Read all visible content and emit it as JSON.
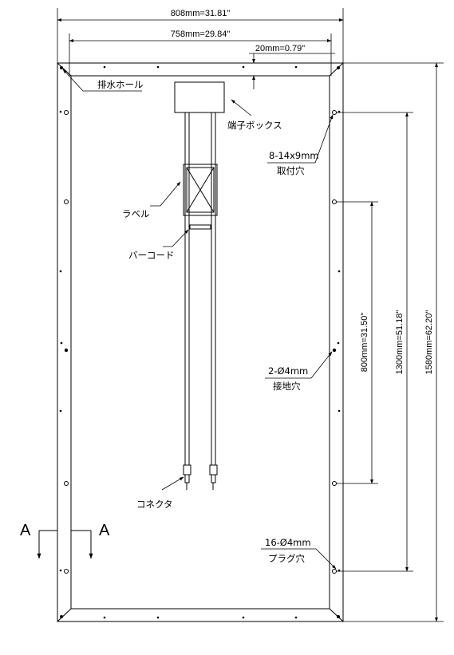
{
  "dimensions": {
    "outer_width": "808mm=31.81\"",
    "inner_width": "758mm=29.84\"",
    "frame_width": "20mm=0.79\"",
    "total_height": "1580mm=62.20\"",
    "mount_hole_spacing": "1300mm=51.18\"",
    "ground_hole_spacing": "800mm=31.50\""
  },
  "callouts": {
    "drain_hole": "排水ホール",
    "junction_box": "端子ボックス",
    "mount_hole_spec": "8-14x9mm",
    "mount_hole_name": "取付穴",
    "label": "ラベル",
    "barcode": "バーコード",
    "ground_hole_spec": "2-Ø4mm",
    "ground_hole_name": "接地穴",
    "connector": "コネクタ",
    "plug_hole_spec": "16-Ø4mm",
    "plug_hole_name": "プラグ穴"
  },
  "section_mark": {
    "left": "A",
    "right": "A"
  }
}
